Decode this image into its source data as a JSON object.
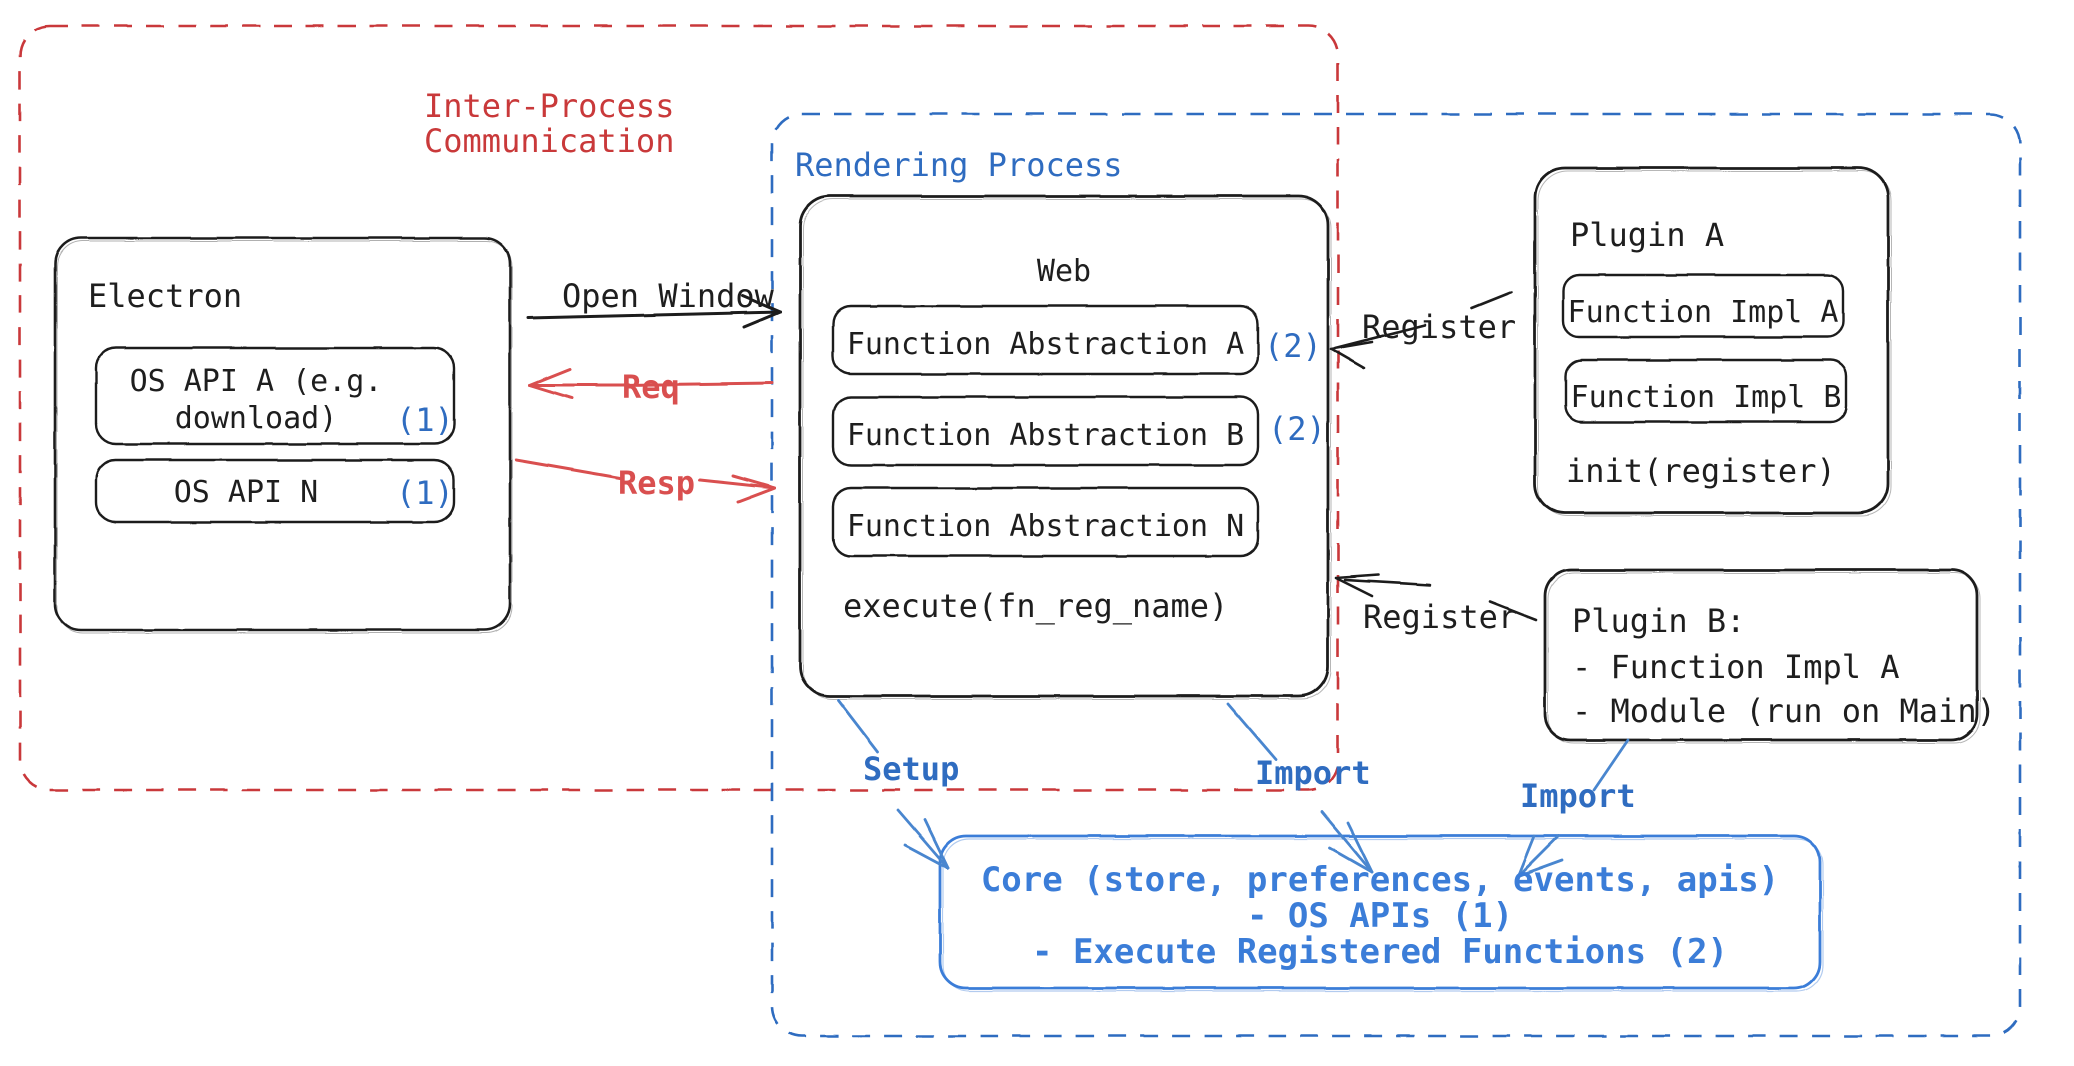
{
  "diagram": {
    "title_hidden": "Electron plugin architecture",
    "colors": {
      "ink": "#1e1e1e",
      "red": "#c9393a",
      "blue": "#2f6cc0",
      "core_blue": "#3b7dd8",
      "background": "#ffffff"
    },
    "groups": {
      "ipc": {
        "label": "Inter-Process\nCommunication",
        "label_line1": "Inter-Process",
        "label_line2": "Communication",
        "style": "dashed",
        "color": "#c9393a"
      },
      "rendering": {
        "label": "Rendering Process",
        "style": "dashed",
        "color": "#2f6cc0"
      }
    },
    "electron": {
      "title": "Electron",
      "apis": [
        {
          "label_line1": "OS API A (e.g.",
          "label_line2": "download)",
          "badge": "(1)"
        },
        {
          "label_line1": "OS API N",
          "label_line2": "",
          "badge": "(1)"
        }
      ]
    },
    "web": {
      "title": "Web",
      "abstractions": [
        {
          "label": "Function Abstraction A",
          "badge": "(2)"
        },
        {
          "label": "Function Abstraction B",
          "badge": "(2)"
        },
        {
          "label": "Function Abstraction N",
          "badge": ""
        }
      ],
      "footer": "execute(fn_reg_name)"
    },
    "plugin_a": {
      "title": "Plugin A",
      "items": [
        "Function Impl A",
        "Function Impl B"
      ],
      "footer": "init(register)"
    },
    "plugin_b": {
      "title": "Plugin B:",
      "items": [
        "- Function Impl A",
        "- Module (run on Main)"
      ]
    },
    "core": {
      "line1": "Core (store, preferences, events, apis)",
      "line2": "- OS APIs (1)",
      "line3": "- Execute Registered Functions (2)"
    },
    "arrows": [
      {
        "name": "open-window",
        "label": "Open Window",
        "color": "#1e1e1e",
        "direction": "right"
      },
      {
        "name": "req",
        "label": "Req",
        "color": "#c9393a",
        "direction": "left"
      },
      {
        "name": "resp",
        "label": "Resp",
        "color": "#c9393a",
        "direction": "right"
      },
      {
        "name": "register-plugin-a",
        "label": "Register",
        "color": "#1e1e1e",
        "direction": "left"
      },
      {
        "name": "register-plugin-b",
        "label": "Register",
        "color": "#1e1e1e",
        "direction": "left"
      },
      {
        "name": "setup-core",
        "label": "Setup",
        "color": "#2f6cc0",
        "direction": "down"
      },
      {
        "name": "import-core-web",
        "label": "Import",
        "color": "#2f6cc0",
        "direction": "down"
      },
      {
        "name": "import-core-plugin-b",
        "label": "Import",
        "color": "#2f6cc0",
        "direction": "down"
      }
    ]
  }
}
